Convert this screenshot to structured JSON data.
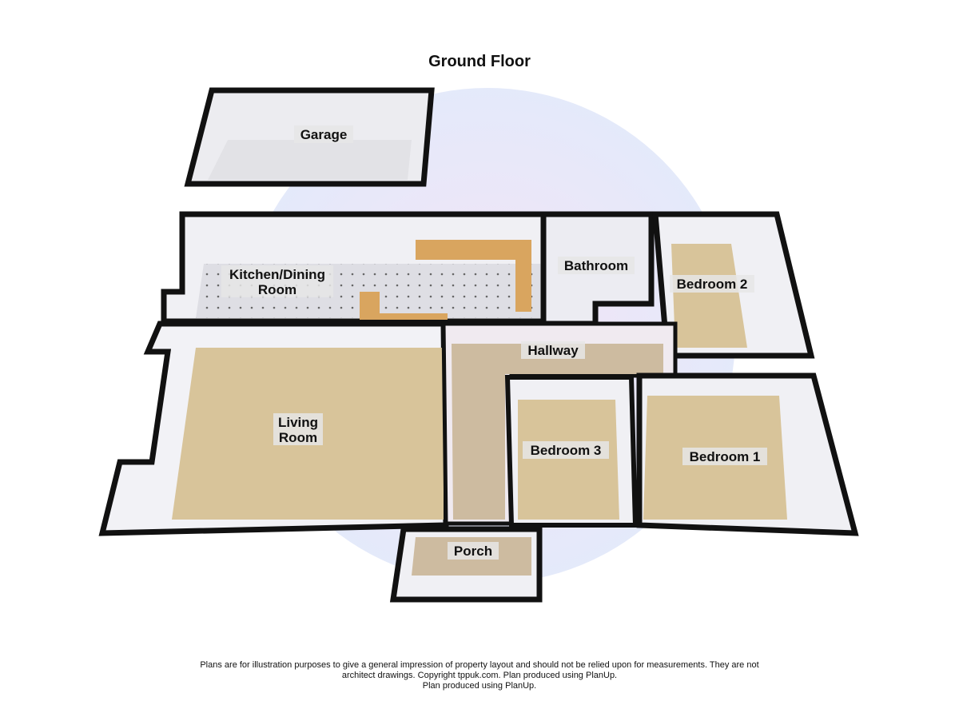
{
  "title": "Ground Floor",
  "rooms": {
    "garage": "Garage",
    "kitchen_line1": "Kitchen/Dining",
    "kitchen_line2": "Room",
    "bathroom": "Bathroom",
    "bedroom2": "Bedroom 2",
    "hallway": "Hallway",
    "living_line1": "Living",
    "living_line2": "Room",
    "bedroom3": "Bedroom 3",
    "bedroom1": "Bedroom 1",
    "porch": "Porch"
  },
  "footer": {
    "line1": "Plans are for illustration purposes to give a general impression of property layout and should not be relied upon for measurements. They are not",
    "line2": "architect drawings. Copyright tppuk.com. Plan produced using PlanUp.",
    "line3": "Plan produced using PlanUp."
  },
  "colors": {
    "wall": "#111111",
    "tan": "#d8c49a",
    "grey": "#dcdce2",
    "wallface": "#f2f2f6"
  }
}
